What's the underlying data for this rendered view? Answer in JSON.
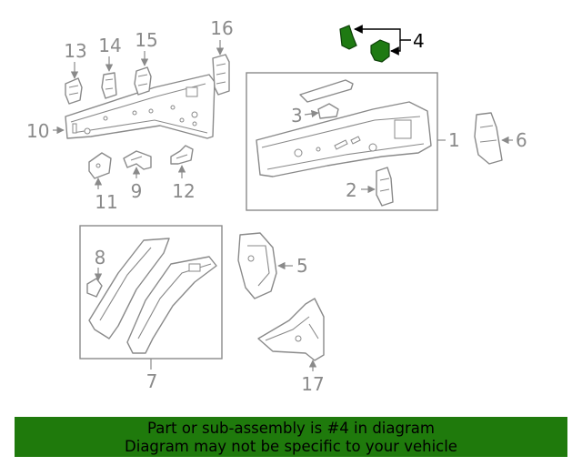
{
  "diagram": {
    "highlight_color": "#1f7a0c",
    "callouts": {
      "c1": "1",
      "c2": "2",
      "c3": "3",
      "c4": "4",
      "c5": "5",
      "c6": "6",
      "c7": "7",
      "c8": "8",
      "c9": "9",
      "c10": "10",
      "c11": "11",
      "c12": "12",
      "c13": "13",
      "c14": "14",
      "c15": "15",
      "c16": "16",
      "c17": "17"
    },
    "highlighted_callout": "4"
  },
  "banner": {
    "line1": "Part or sub-assembly is #4 in diagram",
    "line2": "Diagram may not be specific to your vehicle"
  }
}
